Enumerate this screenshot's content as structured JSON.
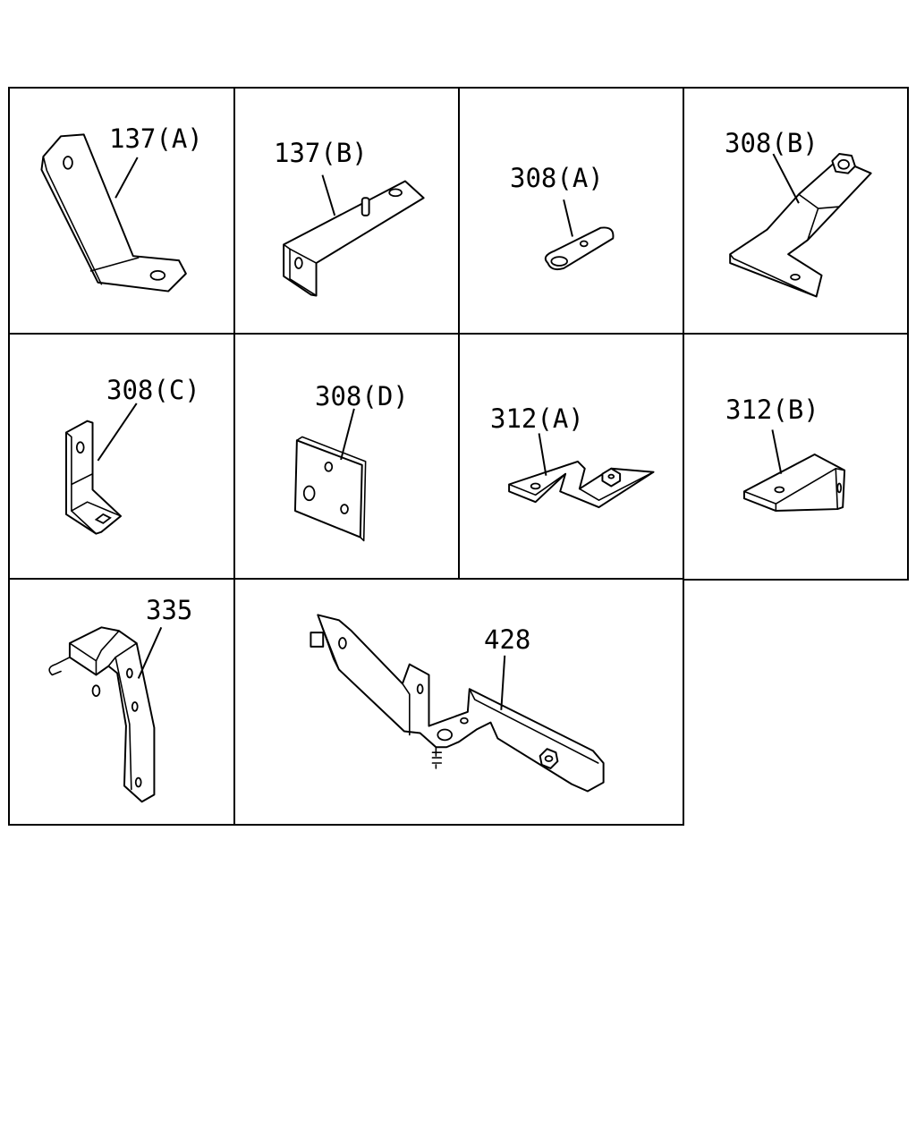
{
  "diagram": {
    "parts": [
      {
        "id": "137a",
        "label": "137(A)"
      },
      {
        "id": "137b",
        "label": "137(B)"
      },
      {
        "id": "308a",
        "label": "308(A)"
      },
      {
        "id": "308b",
        "label": "308(B)"
      },
      {
        "id": "308c",
        "label": "308(C)"
      },
      {
        "id": "308d",
        "label": "308(D)"
      },
      {
        "id": "312a",
        "label": "312(A)"
      },
      {
        "id": "312b",
        "label": "312(B)"
      },
      {
        "id": "335",
        "label": "335"
      },
      {
        "id": "428",
        "label": "428"
      }
    ]
  }
}
